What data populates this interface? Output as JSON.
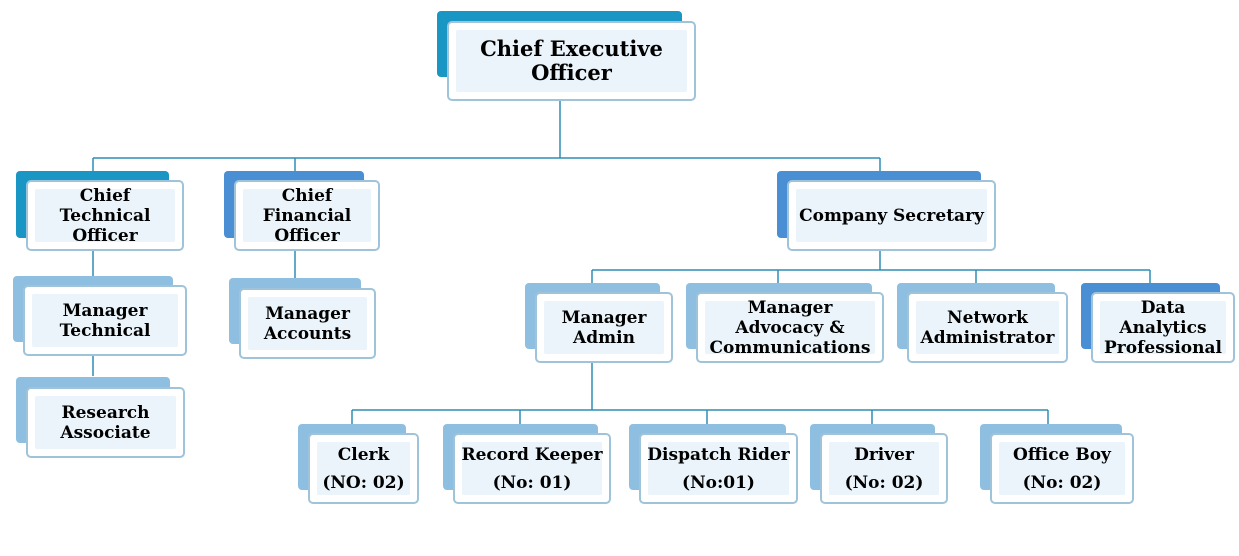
{
  "colors": {
    "connector": "#2e8db4",
    "teal_accent": "#1a96c4",
    "blue_accent": "#4a8ed4",
    "light_accent": "#8fbfe0",
    "box_border": "#9fc4d9",
    "box_fill": "#eaf4fa"
  },
  "org": {
    "ceo": "Chief Executive Officer",
    "cto": "Chief Technical Officer",
    "cfo": "Chief Financial Officer",
    "company_secretary": "Company Secretary",
    "manager_technical": "Manager Technical",
    "research_associate": "Research Associate",
    "manager_accounts": "Manager Accounts",
    "manager_admin": "Manager Admin",
    "manager_advocacy": "Manager Advocacy & Communications",
    "network_administrator": "Network Administrator",
    "data_analytics": "Data Analytics Professional",
    "clerk": {
      "title": "Clerk",
      "count": "(NO: 02)"
    },
    "record_keeper": {
      "title": "Record Keeper",
      "count": "(No: 01)"
    },
    "dispatch_rider": {
      "title": "Dispatch Rider",
      "count": "(No:01)"
    },
    "driver": {
      "title": "Driver",
      "count": "(No: 02)"
    },
    "office_boy": {
      "title": "Office Boy",
      "count": "(No: 02)"
    }
  }
}
